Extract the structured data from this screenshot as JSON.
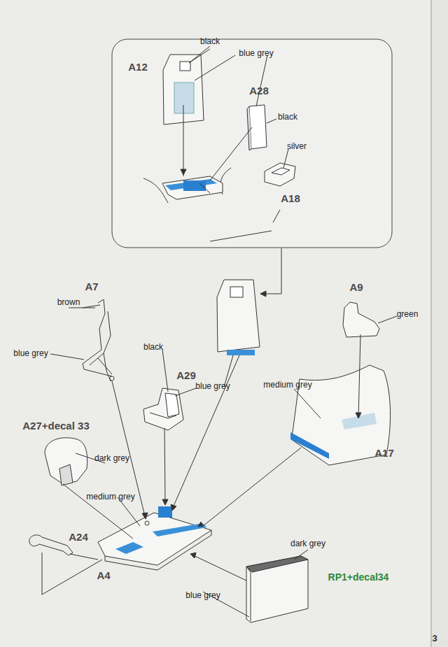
{
  "diagram": {
    "labels": [
      "black",
      "blue grey",
      "A12",
      "A28",
      "black",
      "silver",
      "A18",
      "A7",
      "brown",
      "A9",
      "green",
      "blue grey",
      "black",
      "A29",
      "blue grey",
      "medium grey",
      "A27+decal 33",
      "A17",
      "dark grey",
      "medium grey",
      "A24",
      "A4",
      "dark grey",
      "RP1+decal34",
      "blue grey",
      "3"
    ]
  }
}
